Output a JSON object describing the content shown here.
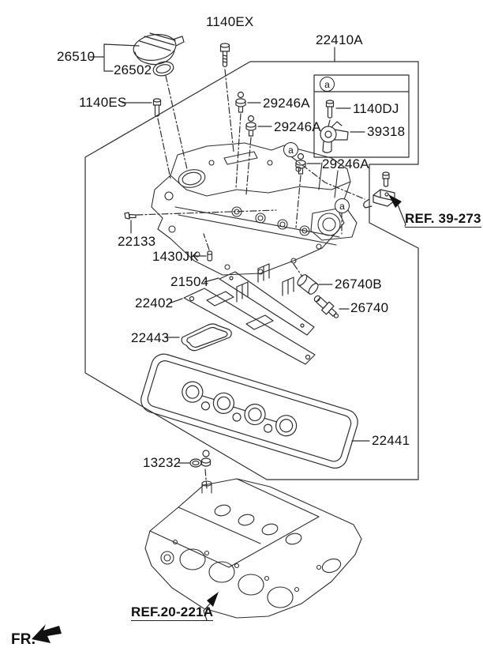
{
  "diagram": {
    "kind": "engine-parts-exploded-diagram",
    "subject": "Rocker / valve cover assembly with cylinder head",
    "colors": {
      "line": "#2e2e2e",
      "text": "#111111",
      "background": "#ffffff",
      "arrow_fill": "#111111"
    }
  },
  "labels": {
    "p26510": "26510",
    "p26502": "26502",
    "p1140EX": "1140EX",
    "p1140ES": "1140ES",
    "p22410A": "22410A",
    "p1140DJ": "1140DJ",
    "p39318": "39318",
    "p29246A_1": "29246A",
    "p29246A_2": "29246A",
    "p29246A_3": "29246A",
    "p22133": "22133",
    "p1430JK": "1430JK",
    "p21504": "21504",
    "p22402": "22402",
    "p22443": "22443",
    "p26740B": "26740B",
    "p26740": "26740",
    "p22441": "22441",
    "p13232": "13232",
    "ref_39_273": "REF. 39-273",
    "ref_20_221A": "REF.20-221A",
    "fr": "FR.",
    "marker_a": "a"
  }
}
